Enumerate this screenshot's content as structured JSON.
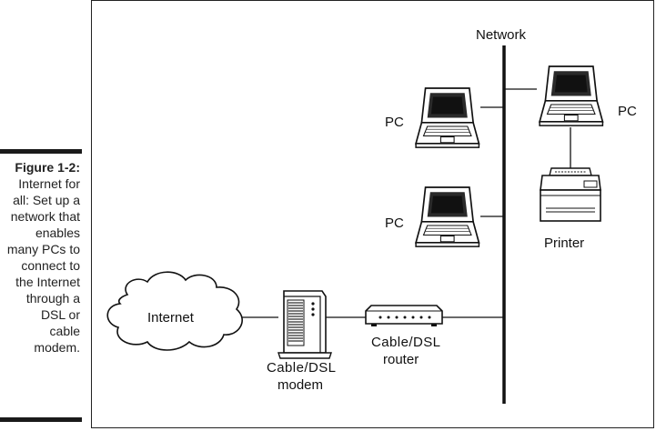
{
  "figure": {
    "title": "Figure 1-2:",
    "text": "Internet for\nall: Set up a\nnetwork that\nenables\nmany PCs to\nconnect to\nthe Internet\nthrough a\nDSL or\ncable\nmodem."
  },
  "diagram": {
    "network_label": "Network",
    "pc_label": "PC",
    "printer_label": "Printer",
    "internet_label": "Internet",
    "modem_label_1": "Cable/DSL",
    "modem_label_2": "modem",
    "router_label_1": "Cable/DSL",
    "router_label_2": "router"
  }
}
